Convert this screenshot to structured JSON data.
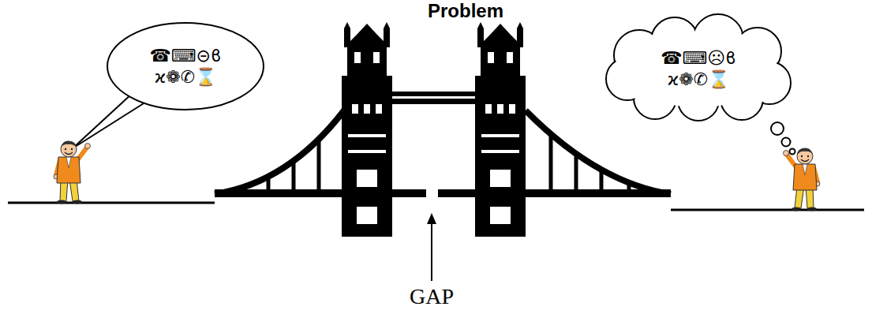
{
  "diagram": {
    "title": "Problem",
    "nodes": [
      {
        "text": [
          "☎⌨⊝ϐ ϰ❁✆⌛"
        ]
      },
      {
        "text": [
          "☎⌨☹ϐ ϰ❁✆⌛"
        ]
      }
    ],
    "labels": [
      "GAP"
    ]
  }
}
